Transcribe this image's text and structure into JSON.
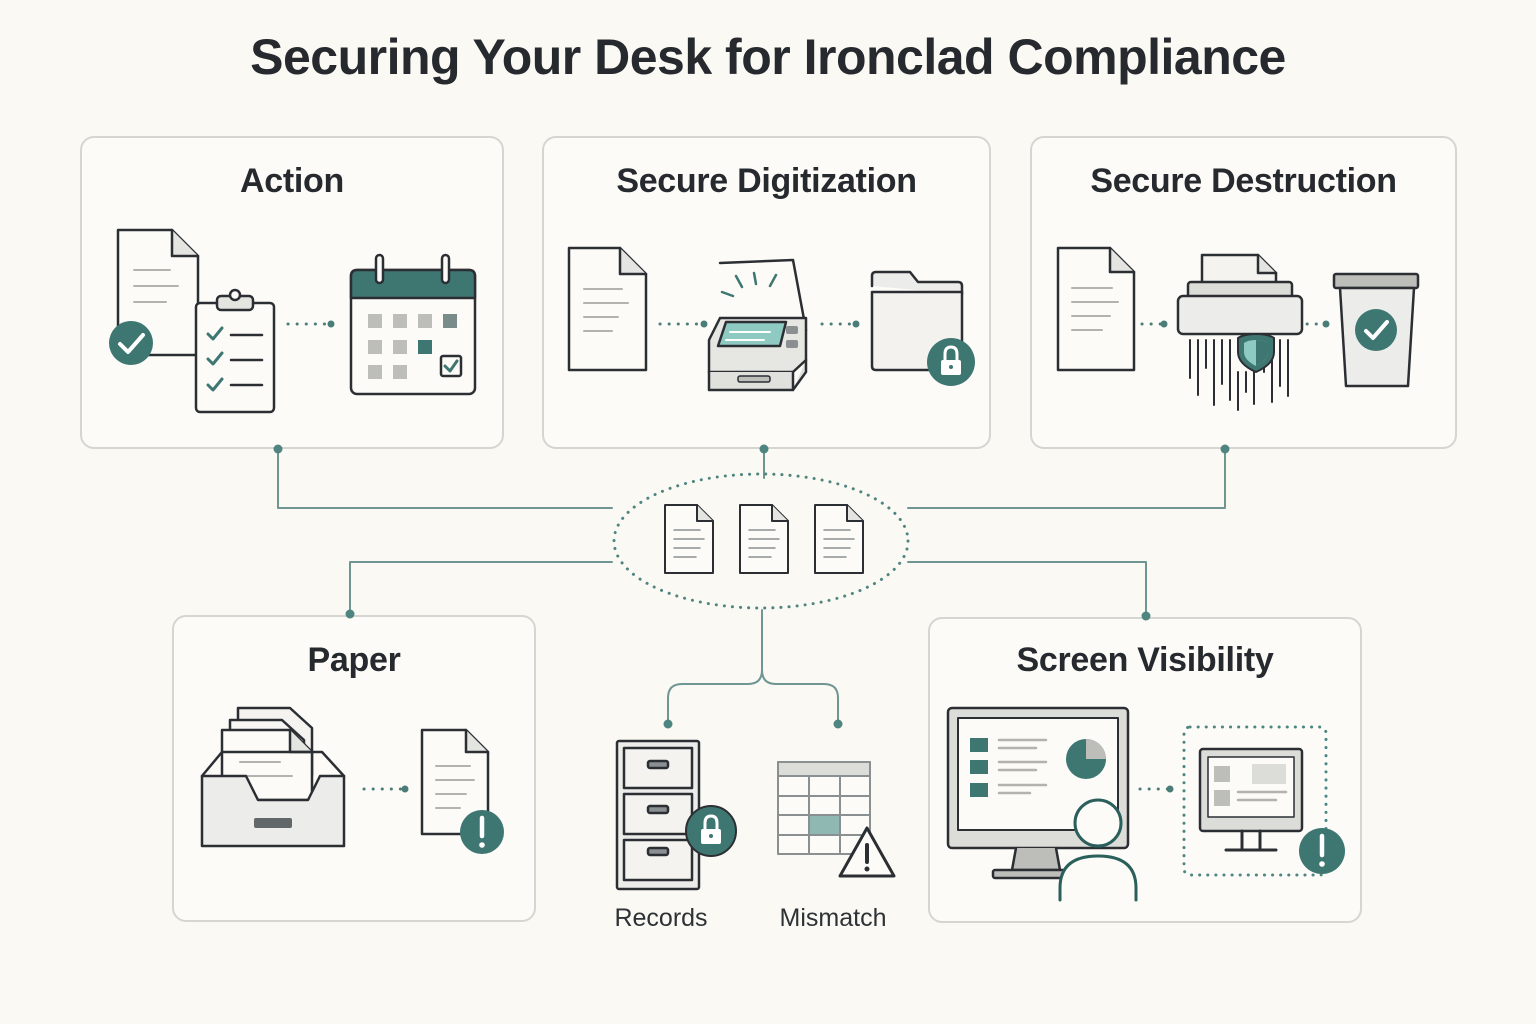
{
  "title": "Securing Your Desk for Ironclad Compliance",
  "panels": {
    "action": {
      "title": "Action"
    },
    "digitization": {
      "title": "Secure Digitization"
    },
    "destruction": {
      "title": "Secure Destruction"
    },
    "paper": {
      "title": "Paper"
    },
    "screen": {
      "title": "Screen Visibility"
    }
  },
  "labels": {
    "records": "Records",
    "mismatch": "Mismatch"
  },
  "colors": {
    "accent": "#3e7772",
    "line": "#6f9693",
    "stroke": "#2b2f33",
    "fill_light": "#ececea",
    "border": "#d5d5d2",
    "background": "#fbf9f4"
  },
  "icons": {
    "action": [
      "document-check-icon",
      "clipboard-checklist-icon",
      "calendar-icon"
    ],
    "digitization": [
      "document-icon",
      "scanner-icon",
      "locked-folder-icon"
    ],
    "destruction": [
      "document-icon",
      "shredder-shield-icon",
      "bin-check-icon"
    ],
    "center": [
      "document-icon",
      "document-icon",
      "document-icon"
    ],
    "paper": [
      "inbox-tray-icon",
      "document-alert-icon"
    ],
    "bottom": [
      "filing-cabinet-lock-icon",
      "spreadsheet-warning-icon"
    ],
    "screen": [
      "monitor-user-icon",
      "private-monitor-alert-icon"
    ]
  }
}
